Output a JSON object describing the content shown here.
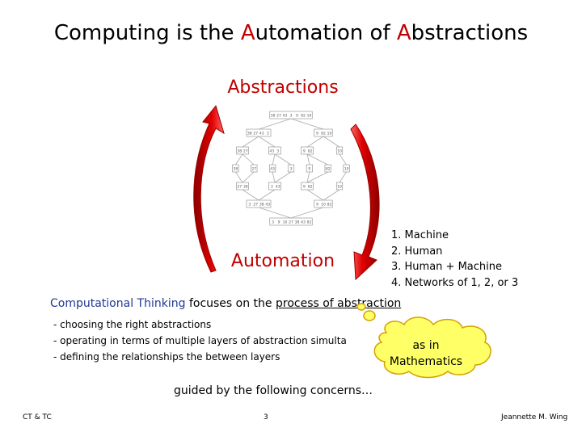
{
  "slide": {
    "title": {
      "part1": "Computing is the ",
      "a1": "A",
      "part2": "utomation of ",
      "a2": "A",
      "part3": "bstractions"
    },
    "abstractions_label": "Abstractions",
    "automation_label": "Automation",
    "list": [
      "1. Machine",
      "2. Human",
      "3. Human + Machine",
      "4. Networks of 1, 2, or 3"
    ],
    "ct_line": {
      "highlight": "Computational Thinking",
      "middle": " focuses on the ",
      "underlined": "process of abstraction"
    },
    "bullets": [
      "- choosing the right abstractions",
      "- operating in terms of multiple layers of abstraction simulta",
      "- defining the relationships the between layers"
    ],
    "cloud": {
      "line1": "as in",
      "line2": "Mathematics"
    },
    "guided": "guided by the following concerns…",
    "footer": {
      "left": "CT & TC",
      "center": "3",
      "right": "Jeannette M. Wing"
    }
  },
  "colors": {
    "accent_red": "#c00000",
    "ct_blue": "#1f3a93",
    "cloud_fill": "#ffff66",
    "arrow_red": "#d40000"
  },
  "merge_sort_tree": {
    "rows": [
      [
        [
          "38",
          "27",
          "43",
          "3",
          "9",
          "82",
          "10"
        ]
      ],
      [
        [
          "38",
          "27",
          "43",
          "3"
        ],
        [
          "9",
          "82",
          "10"
        ]
      ],
      [
        [
          "38",
          "27"
        ],
        [
          "43",
          "3"
        ],
        [
          "9",
          "82"
        ],
        [
          "10"
        ]
      ],
      [
        [
          "38"
        ],
        [
          "27"
        ],
        [
          "43"
        ],
        [
          "3"
        ],
        [
          "9"
        ],
        [
          "82"
        ],
        [
          "10"
        ]
      ],
      [
        [
          "27",
          "38"
        ],
        [
          "3",
          "43"
        ],
        [
          "9",
          "82"
        ],
        [
          "10"
        ]
      ],
      [
        [
          "3",
          "27",
          "38",
          "43"
        ],
        [
          "9",
          "10",
          "82"
        ]
      ],
      [
        [
          "3",
          "9",
          "10",
          "27",
          "38",
          "43",
          "82"
        ]
      ]
    ]
  }
}
